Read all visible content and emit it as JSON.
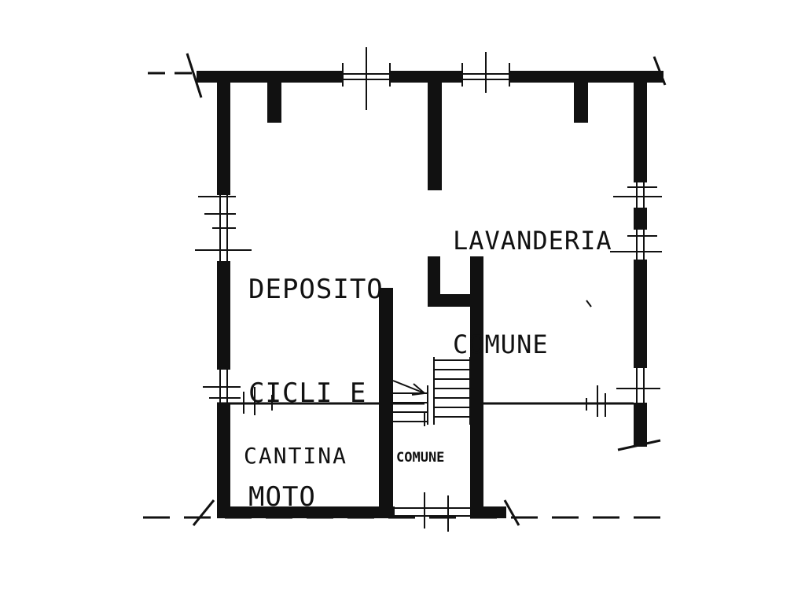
{
  "drawing": {
    "line_color": "#111111",
    "background_color": "#ffffff"
  },
  "rooms": {
    "deposito": {
      "line1": "DEPOSITO",
      "line2": "CICLI E",
      "line3": "MOTO"
    },
    "lavanderia": {
      "line1": "LAVANDERIA",
      "line2": "COMUNE"
    },
    "cantina": {
      "label": "CANTINA"
    },
    "comune": {
      "label": "COMUNE"
    }
  },
  "symbols": {
    "window_icon": "window-icon",
    "stair_icon": "stairs-icon",
    "grid_line_icon": "dashed-grid-line"
  }
}
